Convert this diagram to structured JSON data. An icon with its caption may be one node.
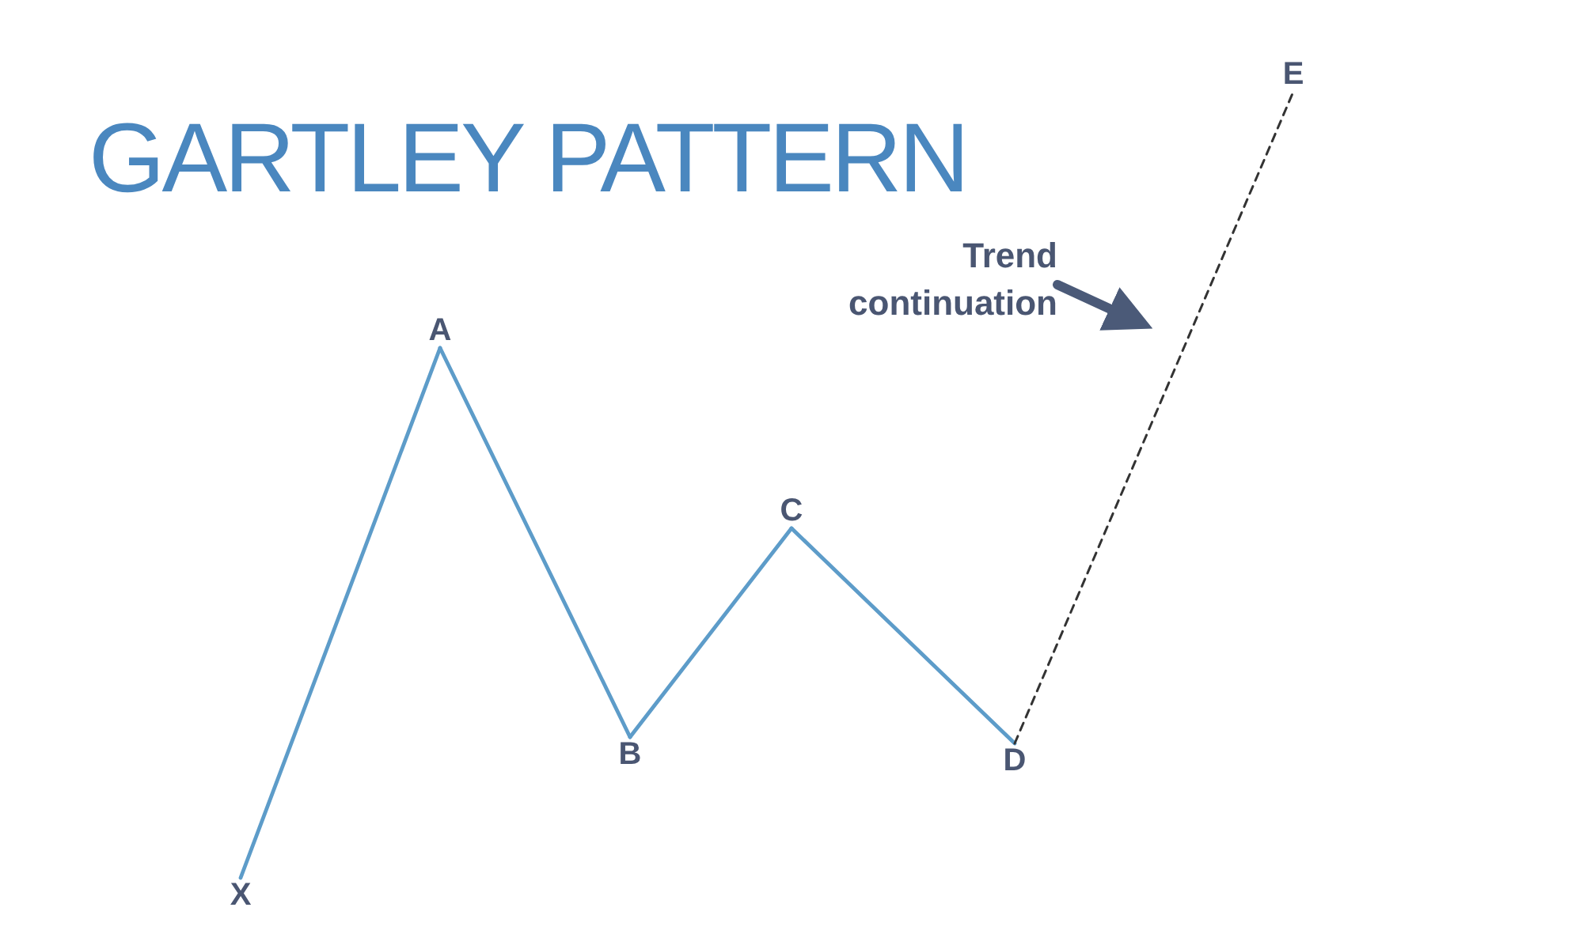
{
  "diagram": {
    "title": "GARTLEY PATTERN",
    "nodes": [
      {
        "text": [
          "X"
        ]
      },
      {
        "text": [
          "A"
        ]
      },
      {
        "text": [
          "B"
        ]
      },
      {
        "text": [
          "C"
        ]
      },
      {
        "text": [
          "D"
        ]
      },
      {
        "text": [
          "E"
        ]
      },
      {
        "text": [
          "Trend continuation"
        ]
      }
    ],
    "edges": [
      {
        "from": 0,
        "to": 1,
        "arrow": "none"
      },
      {
        "from": 1,
        "to": 2,
        "arrow": "none"
      },
      {
        "from": 2,
        "to": 3,
        "arrow": "none"
      },
      {
        "from": 3,
        "to": 4,
        "arrow": "none"
      },
      {
        "from": 4,
        "to": 5,
        "arrow": "none",
        "style": "dashed",
        "color": "#333333"
      },
      {
        "from": 6,
        "to": null,
        "arrow": "to",
        "style": "thick",
        "color": "#4b5a78"
      }
    ]
  }
}
